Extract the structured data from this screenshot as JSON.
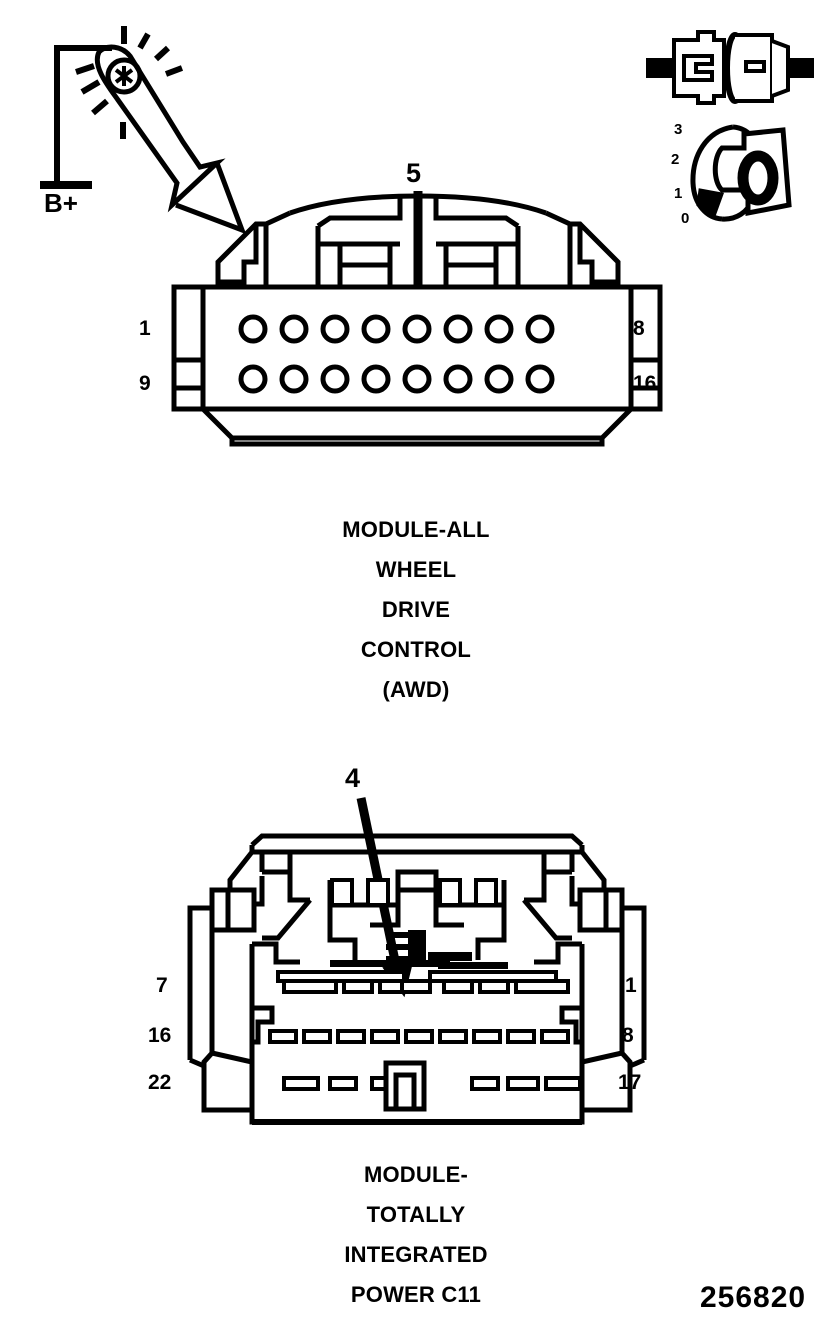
{
  "figure": {
    "id_number": "256820",
    "type": "automotive-connector-pinout-diagram"
  },
  "probe_symbol": {
    "name": "test-light-probe",
    "terminal_label": "B+"
  },
  "key_legend": {
    "connector_icon_name": "connector-plug-socket-icon",
    "position_marks": [
      "3",
      "2",
      "1",
      "0"
    ],
    "dial_label": "0"
  },
  "connectors": [
    {
      "id": "awd-module-connector",
      "callout": "5",
      "callout_target_pin": "5",
      "pin_count": 16,
      "rows": 2,
      "columns": 8,
      "pin_labels": {
        "top_left": "1",
        "top_right": "8",
        "bottom_left": "9",
        "bottom_right": "16"
      },
      "cavity_style": "round",
      "caption_lines": [
        "MODULE-ALL",
        "WHEEL",
        "DRIVE",
        "CONTROL",
        "(AWD)"
      ]
    },
    {
      "id": "tipm-c11-connector",
      "callout": "4",
      "callout_target_pin": "4",
      "pin_count": 22,
      "rows": 3,
      "pin_labels": {
        "row1_left": "7",
        "row1_right": "1",
        "row2_left": "16",
        "row2_right": "8",
        "row3_left": "22",
        "row3_right": "17"
      },
      "cavity_style": "blade",
      "caption_lines": [
        "MODULE-",
        "TOTALLY",
        "INTEGRATED",
        "POWER C11"
      ]
    }
  ],
  "colors": {
    "line": "#000000",
    "background": "#ffffff"
  }
}
